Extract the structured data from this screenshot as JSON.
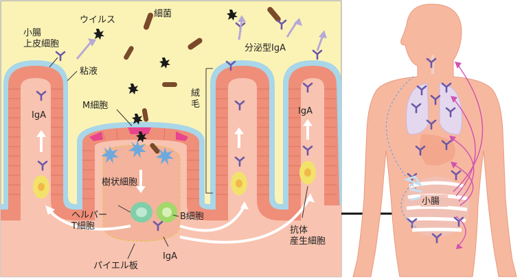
{
  "labels": {
    "virus": "ウイルス",
    "bacteria": "細菌",
    "epithelial_cell": "小腸\n上皮細胞",
    "mucus": "粘液",
    "secretory_iga": "分泌型IgA",
    "villus": "絨\n毛",
    "m_cell": "M細胞",
    "iga_left": "IgA",
    "iga_right": "IgA",
    "dendritic_cell": "樹状細胞",
    "helper_t": "ヘルパー\nT細胞",
    "b_cell": "B細胞",
    "iga_bottom": "IgA",
    "antibody_cell": "抗体\n産生細胞",
    "peyer_patch": "パイエル板",
    "small_intestine": "小腸"
  },
  "colors": {
    "lumen_bg": "#fbf3b6",
    "tissue": "#f6b1a0",
    "epithelium": "#ef8e79",
    "mucus_layer": "#a9d6e8",
    "m_cell": "#e8448e",
    "antibody": "#6b58a8",
    "bacteria": "#7a4a2a",
    "virus": "#1a1a1a",
    "body": "#f7b8a0",
    "arrow_pink": "#d052b0",
    "arrow_blue": "#6aa8d8"
  }
}
